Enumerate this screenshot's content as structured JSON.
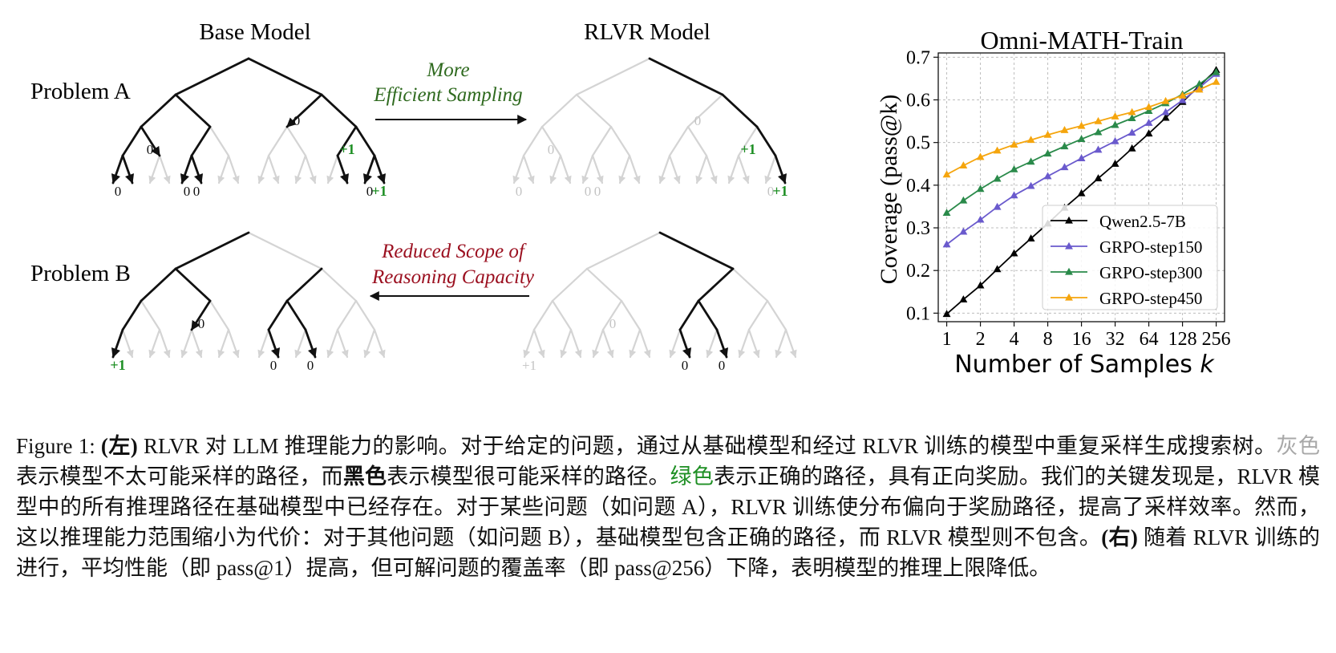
{
  "figure": {
    "labels": {
      "base_model": "Base Model",
      "rlvr_model": "RLVR Model",
      "problem_a": "Problem A",
      "problem_b": "Problem B"
    },
    "arrows": {
      "top_line1": "More",
      "top_line2": "Efficient Sampling",
      "bottom_line1": "Reduced Scope of",
      "bottom_line2": "Reasoning Capacity"
    },
    "colors": {
      "likely_path": "#111111",
      "unlikely_path": "#d4d4d4",
      "correct": "#1e8f24",
      "reduced": "#9b1020"
    },
    "trees": [
      {
        "id": "A-base",
        "root": [
          310,
          73
        ],
        "dx": [
          91,
          43,
          23,
          12
        ],
        "dy": [
          45,
          40,
          36,
          34
        ],
        "black": [
          "L",
          "R",
          "LL",
          "LR",
          "RL",
          "RR",
          "LLL",
          "LLR",
          "LRL",
          "RRL",
          "RRR",
          "LLLL",
          "LLLR",
          "LRLL",
          "LRLR",
          "RRLR",
          "RRRL",
          "RRRR"
        ],
        "rewards": [
          {
            "text": "0",
            "pos": "RL",
            "green": false
          },
          {
            "text": "0",
            "pos": "LLR",
            "green": false
          },
          {
            "text": "+1",
            "pos": "RRL",
            "green": true
          },
          {
            "text": "0",
            "pos": "LLLL",
            "green": false
          },
          {
            "text": "0",
            "pos": "LRLL",
            "green": false
          },
          {
            "text": "0",
            "pos": "LRLR",
            "green": false
          },
          {
            "text": "0",
            "pos": "RRRL",
            "green": false
          },
          {
            "text": "+1",
            "pos": "RRRR",
            "green": true
          }
        ]
      },
      {
        "id": "A-rlvr",
        "root": [
          810,
          73
        ],
        "dx": [
          91,
          43,
          23,
          12
        ],
        "dy": [
          45,
          40,
          36,
          34
        ],
        "black": [
          "R",
          "RR",
          "RRR",
          "RRRR"
        ],
        "rewards": [
          {
            "text": "0",
            "pos": "RL",
            "green": false
          },
          {
            "text": "0",
            "pos": "LLR",
            "green": false
          },
          {
            "text": "+1",
            "pos": "RRL",
            "green": true
          },
          {
            "text": "0",
            "pos": "LLLL",
            "green": false
          },
          {
            "text": "0",
            "pos": "LRLL",
            "green": false
          },
          {
            "text": "0",
            "pos": "LRLR",
            "green": false
          },
          {
            "text": "0",
            "pos": "RRRL",
            "green": false
          },
          {
            "text": "+1",
            "pos": "RRRR",
            "green": true
          }
        ]
      },
      {
        "id": "B-base",
        "root": [
          310,
          290
        ],
        "dx": [
          91,
          43,
          23,
          12
        ],
        "dy": [
          45,
          40,
          36,
          34
        ],
        "black": [
          "L",
          "LL",
          "LR",
          "RL",
          "LLL",
          "LRL",
          "RLL",
          "RLR",
          "LLLL",
          "RLLR",
          "RLRR"
        ],
        "rewards": [
          {
            "text": "0",
            "pos": "LRL",
            "green": false
          },
          {
            "text": "+1",
            "pos": "LLLL",
            "green": true
          },
          {
            "text": "0",
            "pos": "RLLR",
            "green": false
          },
          {
            "text": "0",
            "pos": "RLRR",
            "green": false
          }
        ]
      },
      {
        "id": "B-rlvr",
        "root": [
          823,
          290
        ],
        "dx": [
          91,
          43,
          23,
          12
        ],
        "dy": [
          45,
          40,
          36,
          34
        ],
        "black": [
          "R",
          "RL",
          "RLL",
          "RLR",
          "RLLR",
          "RLRR"
        ],
        "rewards": [
          {
            "text": "0",
            "pos": "LRL",
            "green": false
          },
          {
            "text": "+1",
            "pos": "LLLL",
            "green": false
          },
          {
            "text": "0",
            "pos": "RLLR",
            "green": false
          },
          {
            "text": "0",
            "pos": "RLRR",
            "green": false
          }
        ]
      }
    ]
  },
  "chart_data": {
    "type": "line",
    "title": "Omni-MATH-Train",
    "xlabel": "Number of Samples ",
    "xlabel_k": "k",
    "ylabel": "Coverage (pass@k)",
    "x_scale": "log2",
    "x": [
      1,
      1.41,
      2,
      2.83,
      4,
      5.66,
      8,
      11.3,
      16,
      22.6,
      32,
      45.3,
      64,
      90.5,
      128,
      181,
      256
    ],
    "xticks": [
      1,
      2,
      4,
      8,
      16,
      32,
      64,
      128,
      256
    ],
    "xtick_labels": [
      "1",
      "2",
      "4",
      "8",
      "16",
      "32",
      "64",
      "128",
      "256"
    ],
    "yticks": [
      0.1,
      0.2,
      0.3,
      0.4,
      0.5,
      0.6,
      0.7
    ],
    "ytick_labels": [
      "0.1",
      "0.2",
      "0.3",
      "0.4",
      "0.5",
      "0.6",
      "0.7"
    ],
    "xlim": [
      0.84,
      304
    ],
    "ylim": [
      0.08,
      0.71
    ],
    "grid": true,
    "legend_position": "lower-right",
    "series": [
      {
        "name": "Qwen2.5-7B",
        "color": "#000000",
        "values": [
          0.098,
          0.132,
          0.165,
          0.203,
          0.24,
          0.275,
          0.31,
          0.347,
          0.381,
          0.416,
          0.45,
          0.486,
          0.521,
          0.558,
          0.595,
          0.633,
          0.67
        ]
      },
      {
        "name": "GRPO-step150",
        "color": "#6a5acd",
        "values": [
          0.261,
          0.291,
          0.319,
          0.349,
          0.376,
          0.398,
          0.421,
          0.442,
          0.463,
          0.483,
          0.503,
          0.523,
          0.546,
          0.571,
          0.599,
          0.629,
          0.661
        ]
      },
      {
        "name": "GRPO-step300",
        "color": "#2a8a4a",
        "values": [
          0.335,
          0.364,
          0.391,
          0.415,
          0.437,
          0.455,
          0.474,
          0.491,
          0.508,
          0.524,
          0.541,
          0.557,
          0.574,
          0.592,
          0.613,
          0.637,
          0.665
        ]
      },
      {
        "name": "GRPO-step450",
        "color": "#f5a50d",
        "values": [
          0.425,
          0.446,
          0.466,
          0.481,
          0.495,
          0.506,
          0.518,
          0.529,
          0.539,
          0.55,
          0.561,
          0.571,
          0.583,
          0.597,
          0.61,
          0.624,
          0.642
        ]
      }
    ]
  },
  "caption": {
    "label": "Figure 1: ",
    "left": "(左)",
    "s1": " RLVR 对 LLM 推理能力的影响。对于给定的问题，通过从基础模型和经过 RLVR 训练的模型中重复采样生成搜索树。",
    "gray_word": "灰色",
    "s2": "表示模型不太可能采样的路径，而",
    "black_word": "黑色",
    "s3": "表示模型很可能采样的路径。",
    "green_word": "绿色",
    "s4": "表示正确的路径，具有正向奖励。我们的关键发现是，RLVR 模型中的所有推理路径在基础模型中已经存在。对于某些问题（如问题 A），RLVR 训练使分布偏向于奖励路径，提高了采样效率。然而，这以推理能力范围缩小为代价：对于其他问题（如问题 B），基础模型包含正确的路径，而 RLVR 模型则不包含。",
    "right": "(右)",
    "s5": " 随着 RLVR 训练的进行，平均性能（即 pass@1）提高，但可解问题的覆盖率（即 pass@256）下降，表明模型的推理上限降低。"
  }
}
